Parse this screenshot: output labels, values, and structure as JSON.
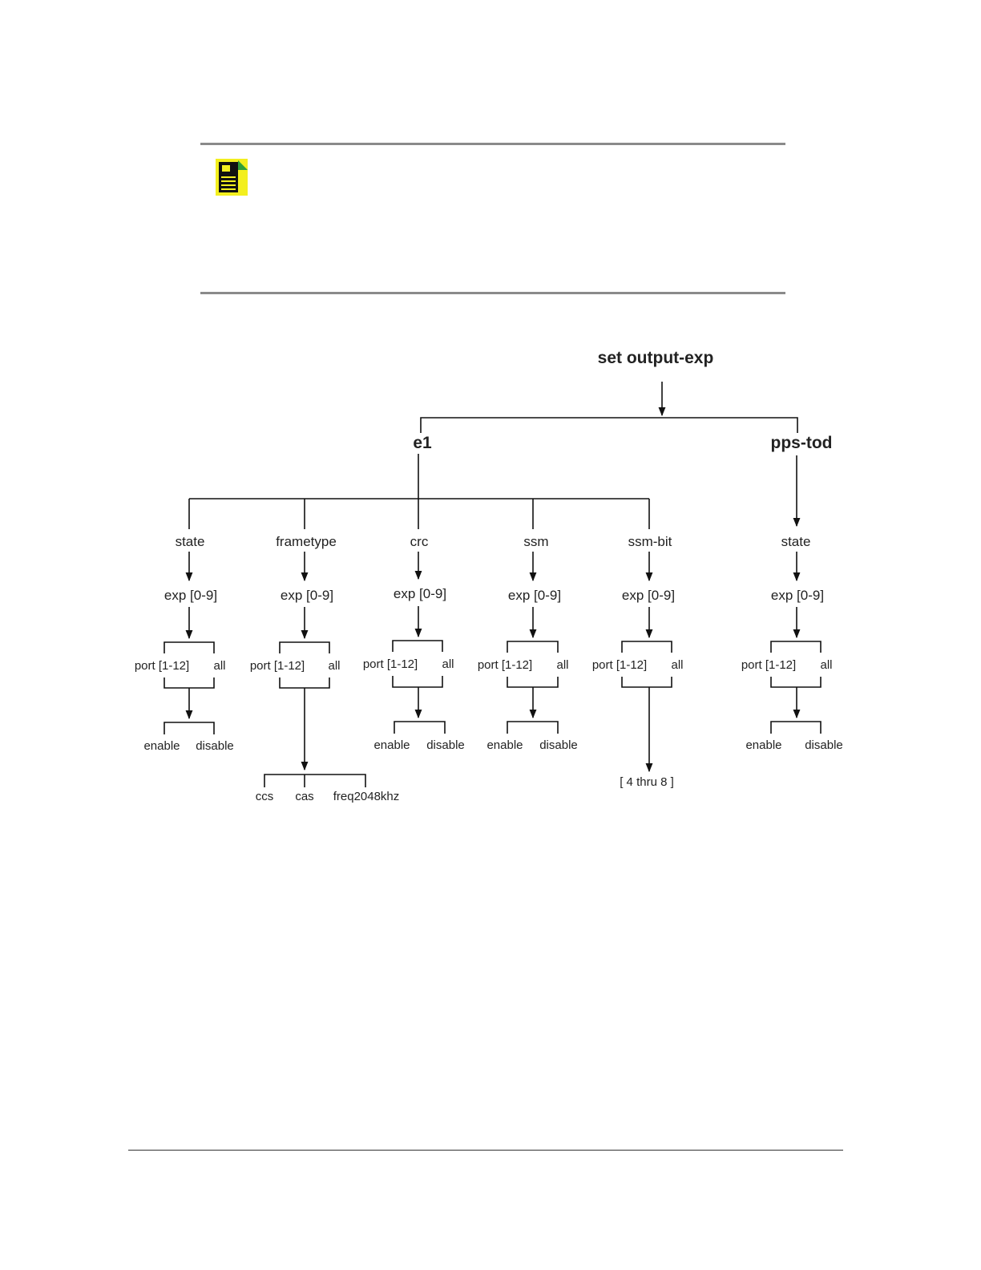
{
  "diagram": {
    "root": "set output-exp",
    "branch_e1": "e1",
    "branch_pps": "pps-tod",
    "params": {
      "state": "state",
      "frametype": "frametype",
      "crc": "crc",
      "ssm": "ssm",
      "ssm_bit": "ssm-bit",
      "pps_state": "state"
    },
    "exp": "exp [0-9]",
    "port": "port [1-12]",
    "all": "all",
    "enable": "enable",
    "disable": "disable",
    "frametypes": {
      "ccs": "ccs",
      "cas": "cas",
      "freq": "freq2048khz"
    },
    "ssm_bit_range": "[ 4 thru 8 ]"
  },
  "colors": {
    "note_icon_bg": "#f3ef1f",
    "note_icon_corner": "#2f9e3a",
    "rule": "#8a8a8a"
  }
}
